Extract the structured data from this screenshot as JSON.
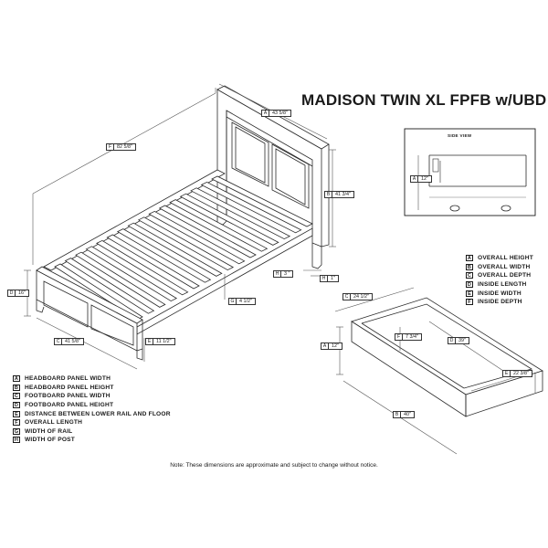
{
  "title": "MADISON TWIN XL FPFB w/UBD",
  "side_view_title": "SIDE VIEW",
  "note": "Note: These dimensions are approximate and subject to change without notice.",
  "bed_legend": [
    {
      "key": "A",
      "label": "HEADBOARD PANEL WIDTH"
    },
    {
      "key": "B",
      "label": "HEADBOARD PANEL HEIGHT"
    },
    {
      "key": "C",
      "label": "FOOTBOARD PANEL WIDTH"
    },
    {
      "key": "D",
      "label": "FOOTBOARD PANEL HEIGHT"
    },
    {
      "key": "E",
      "label": "DISTANCE BETWEEN LOWER RAIL AND FLOOR"
    },
    {
      "key": "F",
      "label": "OVERALL LENGTH"
    },
    {
      "key": "G",
      "label": "WIDTH OF RAIL"
    },
    {
      "key": "H",
      "label": "WIDTH OF POST"
    }
  ],
  "drawer_legend": [
    {
      "key": "A",
      "label": "OVERALL HEIGHT"
    },
    {
      "key": "B",
      "label": "OVERALL WIDTH"
    },
    {
      "key": "C",
      "label": "OVERALL DEPTH"
    },
    {
      "key": "D",
      "label": "INSIDE LENGTH"
    },
    {
      "key": "E",
      "label": "INSIDE WIDTH"
    },
    {
      "key": "F",
      "label": "INSIDE DEPTH"
    }
  ],
  "bed_callouts": {
    "a": {
      "key": "A",
      "value": "43 5/8\""
    },
    "f": {
      "key": "F",
      "value": "82 5/8\""
    },
    "b": {
      "key": "B",
      "value": "41 3/4\""
    },
    "d": {
      "key": "D",
      "value": "16\""
    },
    "g": {
      "key": "G",
      "value": "4 1/2\""
    },
    "h": {
      "key": "H",
      "value": "3 \""
    },
    "h2": {
      "key": "H",
      "value": "1\""
    },
    "c": {
      "key": "C",
      "value": "41 5/8\""
    },
    "e": {
      "key": "E",
      "value": "11 1/2\""
    }
  },
  "side_callouts": {
    "a": {
      "key": "A",
      "value": "12\""
    }
  },
  "drawer_callouts": {
    "c": {
      "key": "C",
      "value": "24 1/2\""
    },
    "f": {
      "key": "F",
      "value": "7 3/4\""
    },
    "d": {
      "key": "D",
      "value": "39\""
    },
    "a": {
      "key": "A",
      "value": "12\""
    },
    "e": {
      "key": "E",
      "value": "22 3/8\""
    },
    "b": {
      "key": "B",
      "value": "40\""
    }
  },
  "colors": {
    "line": "#2a2a2a",
    "dim": "#555555",
    "paper": "#ffffff"
  }
}
